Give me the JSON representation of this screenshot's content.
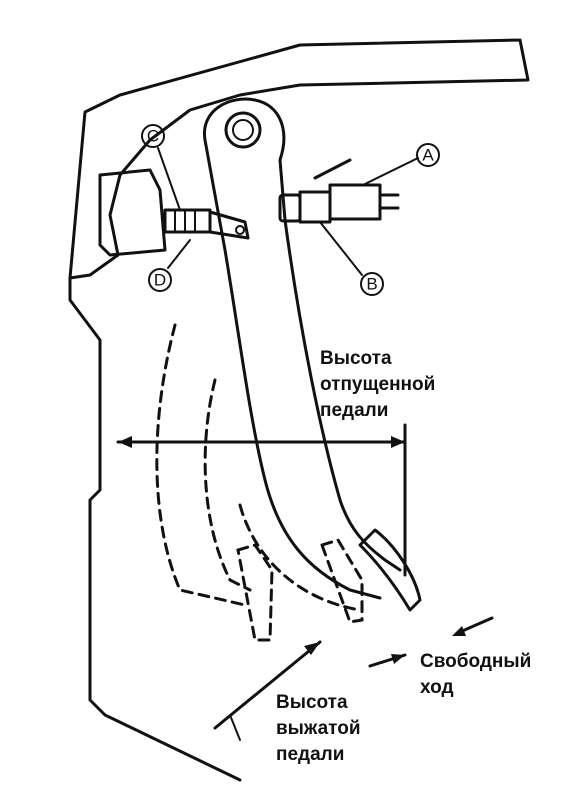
{
  "callouts": {
    "a": "A",
    "b": "B",
    "c": "C",
    "d": "D"
  },
  "labels": {
    "released_height": [
      "Высота",
      "отпущенной",
      "педали"
    ],
    "free_play": [
      "Свободный",
      "ход"
    ],
    "depressed_height": [
      "Высота",
      "выжатой",
      "педали"
    ]
  }
}
